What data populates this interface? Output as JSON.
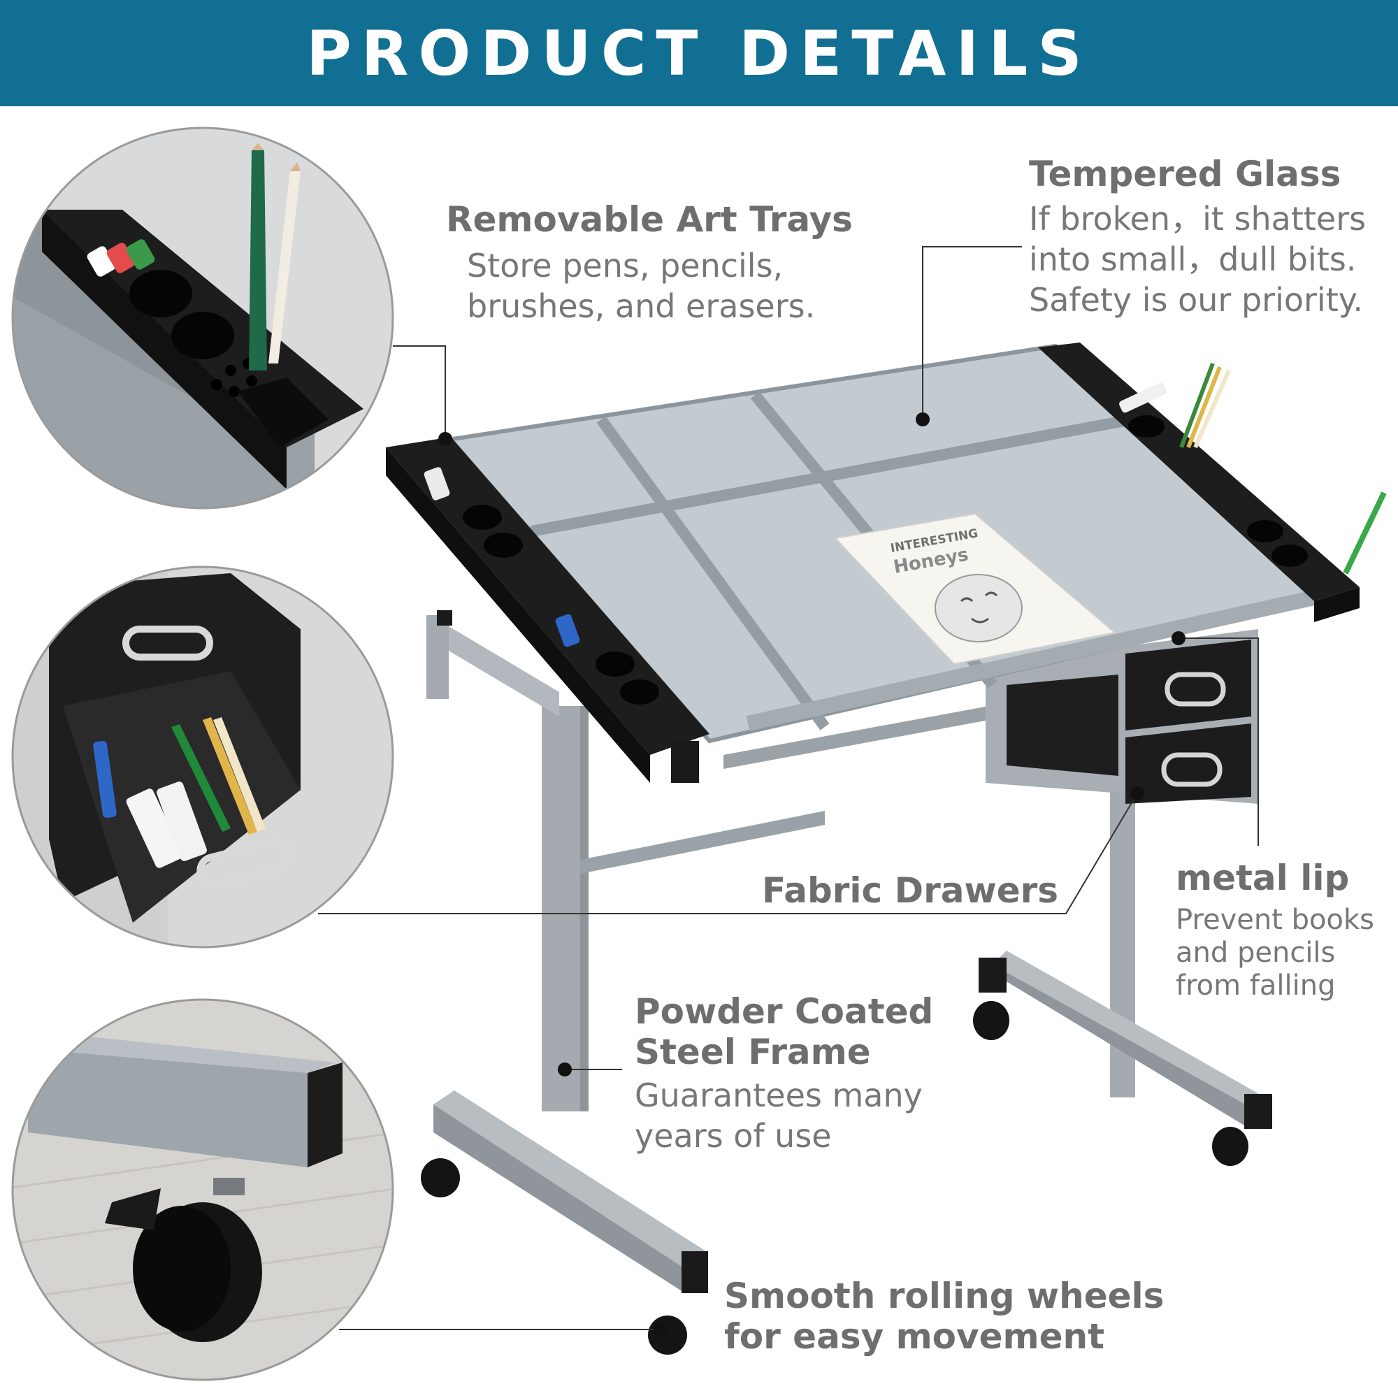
{
  "banner": {
    "title": "PRODUCT DETAILS"
  },
  "features": {
    "art_trays": {
      "title": "Removable Art Trays",
      "line1": "Store pens, pencils,",
      "line2": "brushes, and erasers."
    },
    "glass": {
      "title": "Tempered Glass",
      "line1": "If broken，it shatters",
      "line2": "into small，dull bits.",
      "line3": "Safety is our priority."
    },
    "drawers": {
      "title": "Fabric Drawers"
    },
    "metal_lip": {
      "title": "metal lip",
      "line1": "Prevent books",
      "line2": "and pencils",
      "line3": "from falling"
    },
    "frame": {
      "title1": "Powder Coated",
      "title2": "Steel Frame",
      "line1": "Guarantees many",
      "line2": "years of use"
    },
    "wheels": {
      "title1": "Smooth rolling wheels",
      "title2": "for easy movement"
    }
  },
  "sketchbook": {
    "line1": "INTERESTING",
    "line2": "Honeys"
  },
  "colors": {
    "banner": "#106f92",
    "frame": "#a7adb3",
    "tray": "#1b1b1b",
    "glass": "#b9c2c9"
  },
  "icons": [
    "pencil-icon",
    "paint-tube-icon",
    "drawer-handle-icon",
    "caster-wheel-icon",
    "cat-sketch-icon"
  ]
}
